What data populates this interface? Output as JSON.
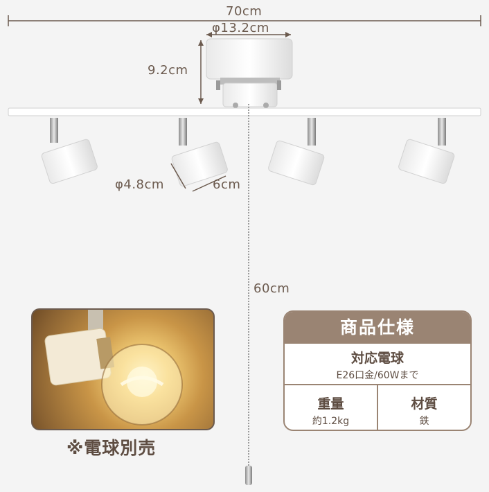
{
  "dimensions": {
    "width": "70cm",
    "canopy_diameter": "φ13.2cm",
    "canopy_height": "9.2cm",
    "shade_diameter": "φ4.8cm",
    "shade_length": "6cm",
    "pull_cord": "60cm"
  },
  "spec": {
    "header": "商品仕様",
    "socket_title": "対応電球",
    "socket_value": "E26口金/60Wまで",
    "weight_title": "重量",
    "weight_value": "約1.2kg",
    "material_title": "材質",
    "material_value": "鉄"
  },
  "note": "※電球別売",
  "colors": {
    "text_brown": "#6b5a4e",
    "panel_brown": "#9a8473",
    "background": "#f4f4f4",
    "fixture_white": "#ffffff"
  }
}
